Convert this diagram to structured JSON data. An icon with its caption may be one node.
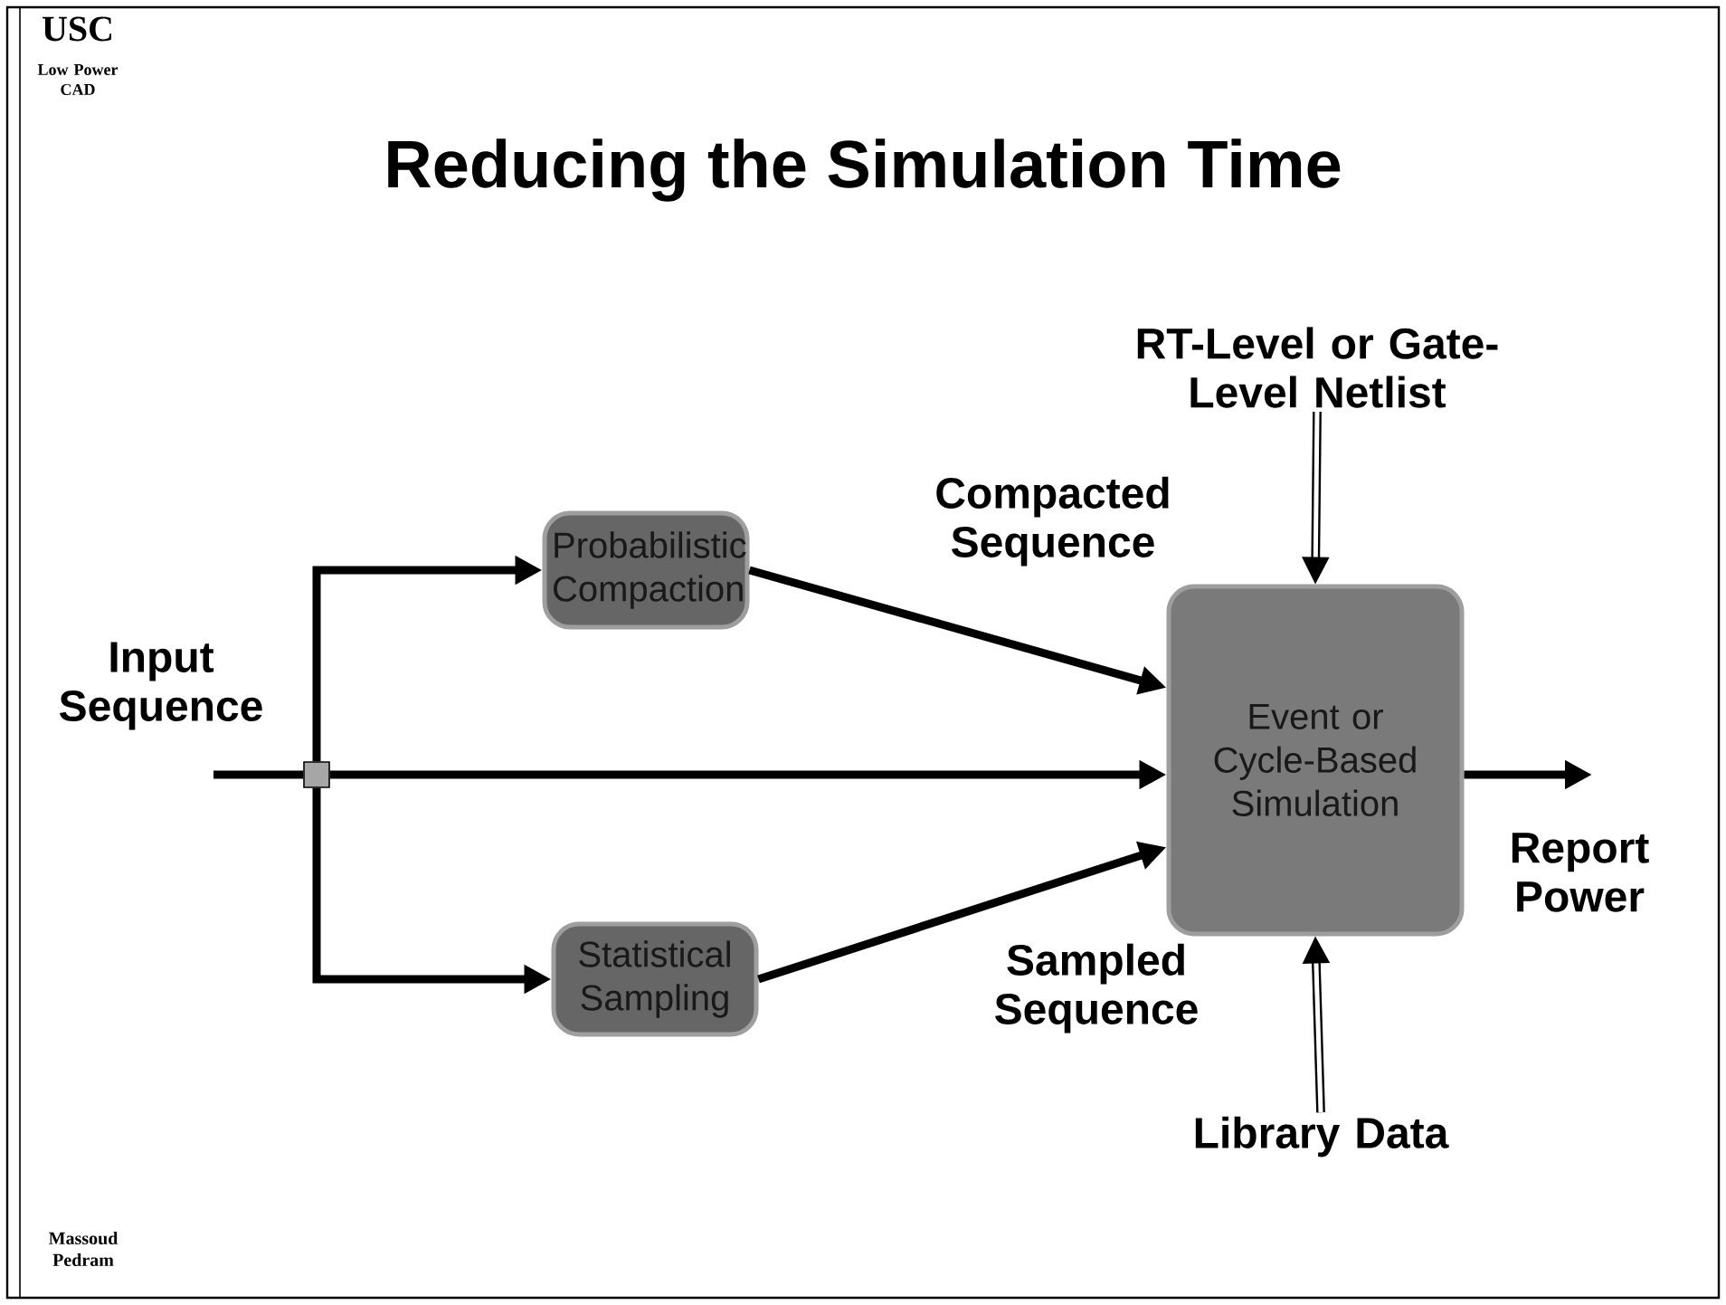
{
  "diagram": {
    "title": "Reducing the Simulation Time",
    "nodes": [
      {
        "text": [],
        "shape": "box"
      },
      {
        "text": [
          "Probabilistic Compaction"
        ]
      },
      {
        "text": [
          "Statistical Sampling"
        ]
      },
      {
        "text": [
          "Event or Cycle-Based Simulation"
        ]
      },
      {
        "text": [
          "RT-Level or Gate-Level Netlist"
        ]
      },
      {
        "text": [
          "Library Data"
        ]
      },
      {
        "text": [
          "Input Sequence"
        ]
      }
    ],
    "edges": [
      {
        "from": 6,
        "to": 0,
        "arrow": "none"
      },
      {
        "from": 0,
        "to": 1,
        "arrow": "to"
      },
      {
        "from": 0,
        "to": 3,
        "arrow": "to"
      },
      {
        "from": 0,
        "to": 2,
        "arrow": "to"
      },
      {
        "from": 1,
        "to": 3,
        "arrow": "to",
        "label": "Compacted Sequence"
      },
      {
        "from": 2,
        "to": 3,
        "arrow": "to",
        "label": "Sampled Sequence"
      },
      {
        "from": 4,
        "to": 3,
        "arrow": "to"
      },
      {
        "from": 5,
        "to": 3,
        "arrow": "to"
      },
      {
        "from": 3,
        "to": null,
        "arrow": "to",
        "label": "Report Power"
      }
    ],
    "labels": [
      "USC",
      "Low Power CAD",
      "Massoud Pedram"
    ]
  }
}
